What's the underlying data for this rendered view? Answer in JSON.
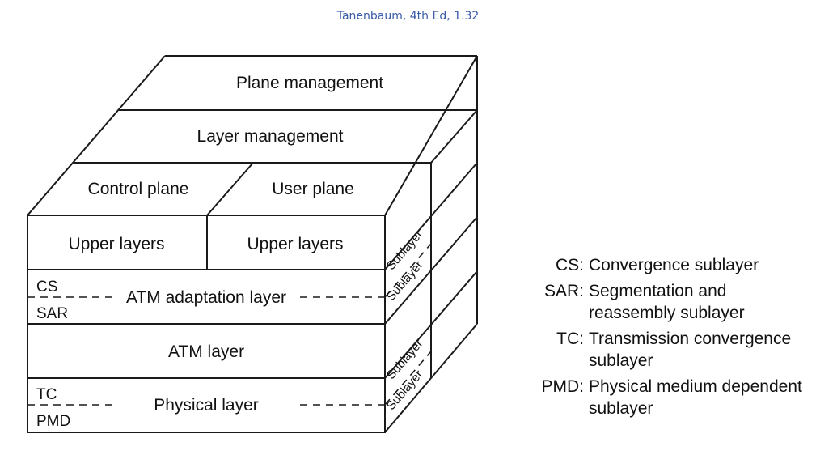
{
  "caption": "Tanenbaum, 4th Ed, 1.32",
  "cube": {
    "plane_management": "Plane management",
    "layer_management": "Layer management",
    "control_plane": "Control plane",
    "user_plane": "User plane",
    "upper_layers_left": "Upper layers",
    "upper_layers_right": "Upper layers",
    "cs": "CS",
    "sar": "SAR",
    "atm_adaptation_layer": "ATM adaptation layer",
    "atm_layer": "ATM layer",
    "tc": "TC",
    "pmd": "PMD",
    "physical_layer": "Physical layer",
    "sublayer": "Sublayer"
  },
  "legend": [
    {
      "abbr": "CS:",
      "definition": "Convergence sublayer"
    },
    {
      "abbr": "SAR:",
      "definition": "Segmentation and reassembly sublayer"
    },
    {
      "abbr": "TC:",
      "definition": "Transmission convergence sublayer"
    },
    {
      "abbr": "PMD:",
      "definition": "Physical medium dependent sublayer"
    }
  ]
}
